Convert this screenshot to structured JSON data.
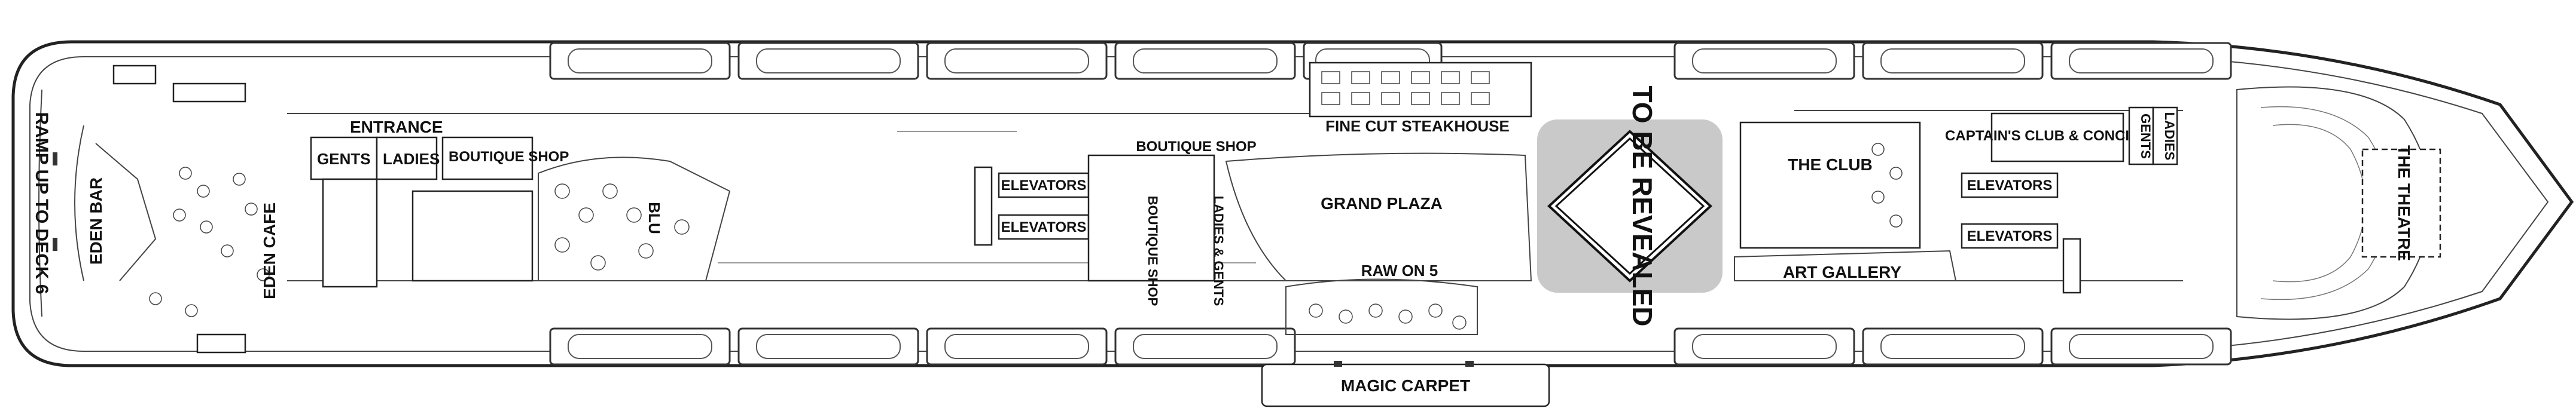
{
  "accent_color": "#c9c9c9",
  "labels": {
    "ramp": "RAMP UP TO DECK 6",
    "eden_bar": "EDEN BAR",
    "eden_cafe": "EDEN CAFE",
    "entrance": "ENTRANCE",
    "gents": "GENTS",
    "ladies": "LADIES",
    "boutique_shop_aft": "BOUTIQUE SHOP",
    "blu": "BLU",
    "elevators": "ELEVATORS",
    "boutique_shop_mid": "BOUTIQUE SHOP",
    "boutique_shop_vertical": "BOUTIQUE SHOP",
    "ladies_gents": "LADIES & GENTS",
    "fine_cut": "FINE CUT STEAKHOUSE",
    "grand_plaza": "GRAND PLAZA",
    "raw_on_5": "RAW ON 5",
    "magic_carpet": "MAGIC CARPET",
    "to_be_revealed": "TO BE REVEALED",
    "the_club": "THE CLUB",
    "art_gallery": "ART GALLERY",
    "captains_club": "CAPTAIN'S CLUB & CONCIERGE",
    "ladies_fwd": "LADIES",
    "gents_fwd": "GENTS",
    "the_theatre": "THE THEATRE"
  }
}
